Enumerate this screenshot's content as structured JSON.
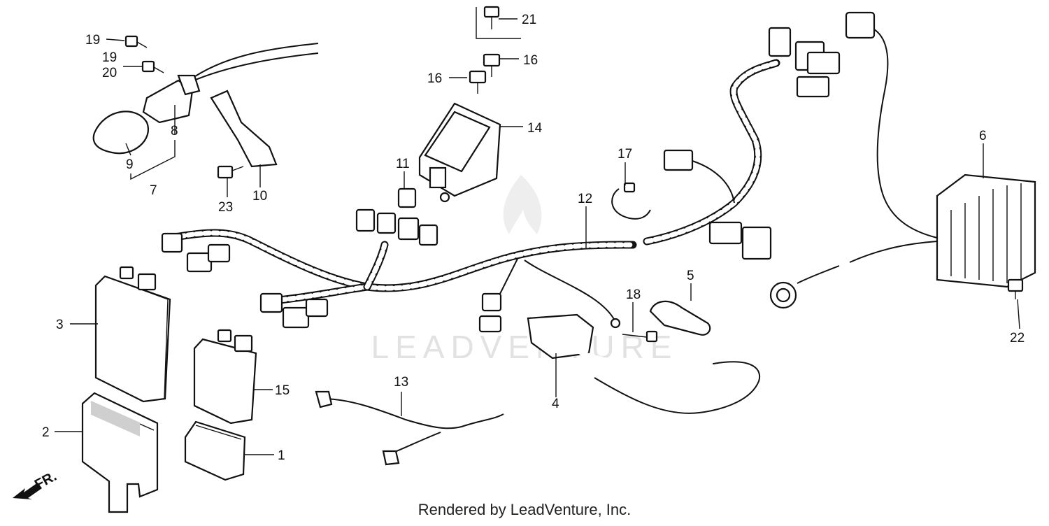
{
  "watermark": "LEADVENTURE",
  "credit": "Rendered by LeadVenture, Inc.",
  "direction_label": "FR.",
  "callouts": {
    "c1": "1",
    "c2": "2",
    "c3": "3",
    "c4": "4",
    "c5": "5",
    "c6": "6",
    "c7": "7",
    "c8": "8",
    "c9": "9",
    "c10": "10",
    "c11": "11",
    "c12": "12",
    "c13": "13",
    "c14": "14",
    "c15": "15",
    "c16a": "16",
    "c16b": "16",
    "c17": "17",
    "c18": "18",
    "c19a": "19",
    "c19b": "19",
    "c20": "20",
    "c21": "21",
    "c22": "22",
    "c23": "23"
  }
}
